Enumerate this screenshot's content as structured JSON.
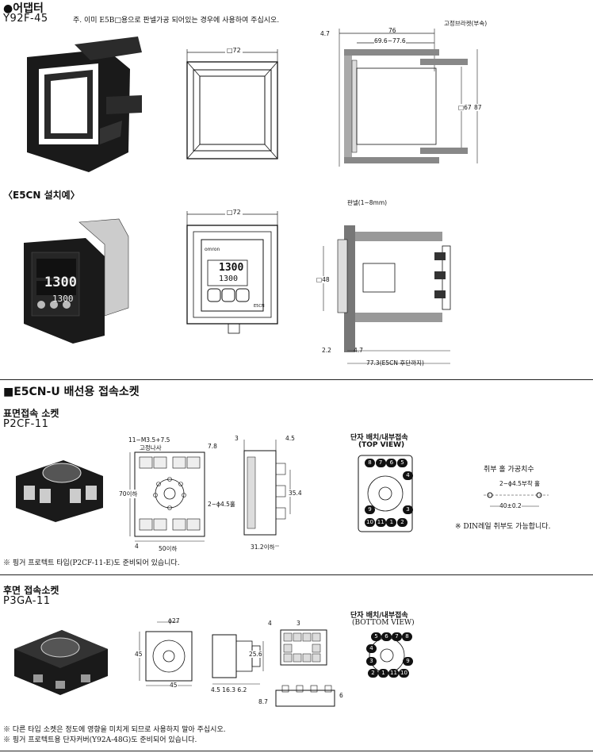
{
  "adapter": {
    "title": "●어댑터",
    "model": "Y92F-45",
    "note": "주. 이미 E5B□용으로 판넬가공 되어있는 경우에 사용하여 주십시오.",
    "dim_front_width": "□72",
    "dim_side_76": "76",
    "dim_side_range": "69.6~77.6",
    "dim_side_47": "4.7",
    "dim_side_67": "□67",
    "dim_side_87": "87",
    "bracket_label": "고정브라켓(부속)"
  },
  "install": {
    "title": "〈E5CN 설치예〉",
    "dim_front_width": "□72",
    "panel_label": "판넬(1~8mm)",
    "dim_48": "□48",
    "dim_22": "2.2",
    "dim_47": "4.7",
    "dim_773": "77.3(E5CN 후단까지)",
    "display_pv": "1300",
    "display_sv": "1300",
    "brand": "omron",
    "model_tag": "E5CN"
  },
  "socket_section": {
    "title": "■E5CN-U 배선용 접속소켓"
  },
  "front_socket": {
    "title": "표면접속 소켓",
    "model": "P2CF-11",
    "dim_screw": "11−M3.5+7.5",
    "dim_screw_sub": "고정나사",
    "dim_78": "7.8",
    "dim_70": "70이하",
    "dim_hole": "2−ϕ4.5홀",
    "dim_4": "4",
    "dim_50": "50이하",
    "dim_3": "3",
    "dim_45": "4.5",
    "dim_354": "35.4",
    "dim_312": "31.2이하",
    "terminal_title": "단자 배치/내부접속",
    "terminal_view": "(TOP VIEW)",
    "pins_top": [
      "8",
      "7",
      "6",
      "5"
    ],
    "pins_right": [
      "4",
      "3"
    ],
    "pins_left": [
      "9"
    ],
    "pins_bottom": [
      "10",
      "11",
      "1",
      "2"
    ],
    "mount_title": "취부 홀 가공치수",
    "mount_hole": "2−ϕ4.5부착 홀",
    "mount_pitch": "40±0.2",
    "din_note": "※ DIN레일 취부도 가능합니다.",
    "footnote": "※ 핑거 프로텍트 타입(P2CF-11-E)도 준비되어 있습니다."
  },
  "rear_socket": {
    "title": "후면 접속소켓",
    "model": "P3GA-11",
    "dim_27": "ϕ27",
    "dim_45v": "45",
    "dim_45h": "45",
    "dim_256": "25.6",
    "dim_bottom": "4.5  16.3  6.2",
    "dim_4": "4",
    "dim_3": "3",
    "dim_6": "6",
    "dim_87": "8.7",
    "terminal_title": "단자 배치/내부접속",
    "terminal_view": "(BOTTOM VIEW)",
    "pins_top": [
      "5",
      "6",
      "7",
      "8"
    ],
    "pins_right": [
      "9"
    ],
    "pins_left": [
      "4",
      "3"
    ],
    "pins_bottom": [
      "2",
      "1",
      "11",
      "10"
    ],
    "footnote1": "※ 다른 타입 소켓은 정도에 영향을 미치게 되므로 사용하지 말아 주십시오.",
    "footnote2": "※ 핑거 프로텍트용 단자커버(Y92A-48G)도 준비되어 있습니다."
  }
}
